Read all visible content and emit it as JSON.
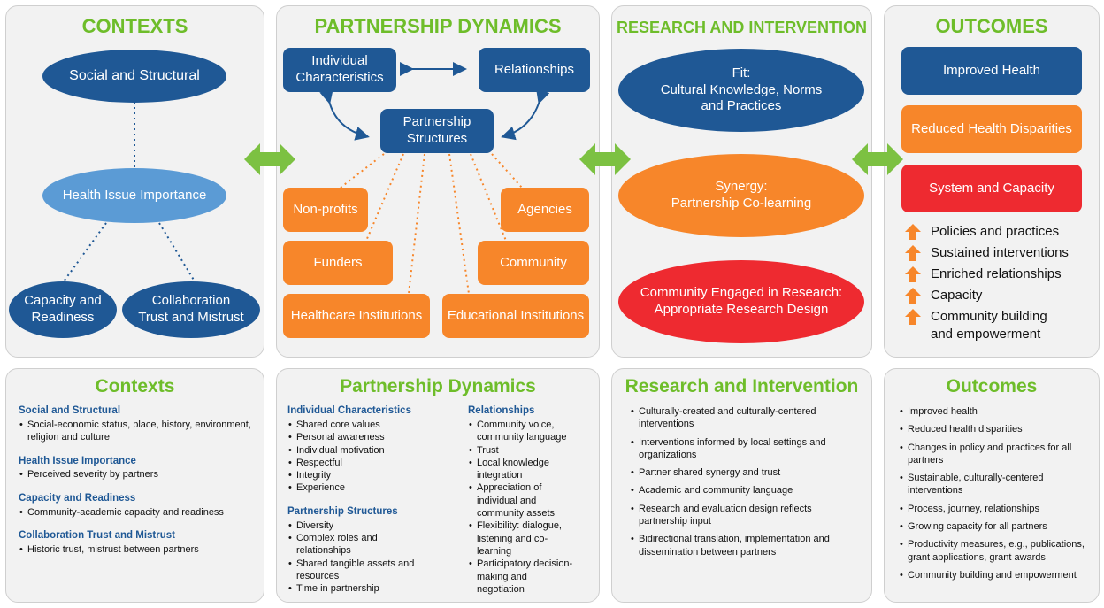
{
  "top": {
    "contexts": {
      "title": "CONTEXTS",
      "social": "Social and Structural",
      "health": "Health Issue Importance",
      "capacity": "Capacity and\nReadiness",
      "collab": "Collaboration\nTrust and Mistrust"
    },
    "partnership": {
      "title": "PARTNERSHIP DYNAMICS",
      "individual": "Individual\nCharacteristics",
      "relationships": "Relationships",
      "structures": "Partnership\nStructures",
      "nonprofits": "Non-profits",
      "agencies": "Agencies",
      "funders": "Funders",
      "community": "Community",
      "healthcare": "Healthcare Institutions",
      "educational": "Educational Institutions"
    },
    "research": {
      "title": "RESEARCH AND INTERVENTION",
      "fit": "Fit:\nCultural Knowledge, Norms\nand Practices",
      "synergy": "Synergy:\nPartnership Co-learning",
      "cer": "Community Engaged in Research:\nAppropriate Research Design"
    },
    "outcomes": {
      "title": "OUTCOMES",
      "improved": "Improved Health",
      "reduced": "Reduced Health Disparities",
      "system": "System and Capacity",
      "items": [
        "Policies and practices",
        "Sustained interventions",
        "Enriched relationships",
        "Capacity",
        "Community building and empowerment"
      ]
    }
  },
  "bottom": {
    "contexts": {
      "title": "Contexts",
      "sections": [
        {
          "heading": "Social and Structural",
          "items": [
            "Social-economic status, place, history, environment, religion and culture"
          ]
        },
        {
          "heading": "Health Issue Importance",
          "items": [
            "Perceived severity by partners"
          ]
        },
        {
          "heading": "Capacity and Readiness",
          "items": [
            "Community-academic capacity  and readiness"
          ]
        },
        {
          "heading": "Collaboration Trust and Mistrust",
          "items": [
            "Historic  trust, mistrust between partners"
          ]
        }
      ]
    },
    "partnership": {
      "title": "Partnership Dynamics",
      "left": [
        {
          "heading": "Individual Characteristics",
          "items": [
            "Shared core values",
            "Personal awareness",
            "Individual motivation",
            "Respectful",
            "Integrity",
            "Experience"
          ]
        },
        {
          "heading": "Partnership Structures",
          "items": [
            "Diversity",
            "Complex roles and relationships",
            "Shared tangible assets and resources",
            "Time in partnership"
          ]
        }
      ],
      "right": [
        {
          "heading": "Relationships",
          "items": [
            "Community voice, community language",
            "Trust",
            "Local knowledge integration",
            "Appreciation of individual and community assets",
            "Flexibility: dialogue, listening and co-learning",
            "Participatory decision- making and negotiation"
          ]
        }
      ]
    },
    "research": {
      "title": "Research and Intervention",
      "items": [
        "Culturally-created and culturally-centered interventions",
        "Interventions informed by local settings and organizations",
        "Partner shared synergy and trust",
        "Academic and community language",
        "Research and evaluation design reflects partnership input",
        "Bidirectional translation, implementation and dissemination between partners"
      ]
    },
    "outcomes": {
      "title": "Outcomes",
      "items": [
        "Improved health",
        "Reduced health disparities",
        "Changes in policy and practices  for all partners",
        "Sustainable, culturally-centered interventions",
        "Process, journey, relationships",
        "Growing capacity for all partners",
        "Productivity measures, e.g., publications, grant applications, grant awards",
        "Community building and empowerment"
      ]
    }
  },
  "colors": {
    "green_title": "#6ebd2a",
    "navy": "#1f5895",
    "light_blue": "#5b9bd5",
    "orange": "#f7862a",
    "red": "#ee2a30",
    "arrow_green": "#7cc142"
  }
}
